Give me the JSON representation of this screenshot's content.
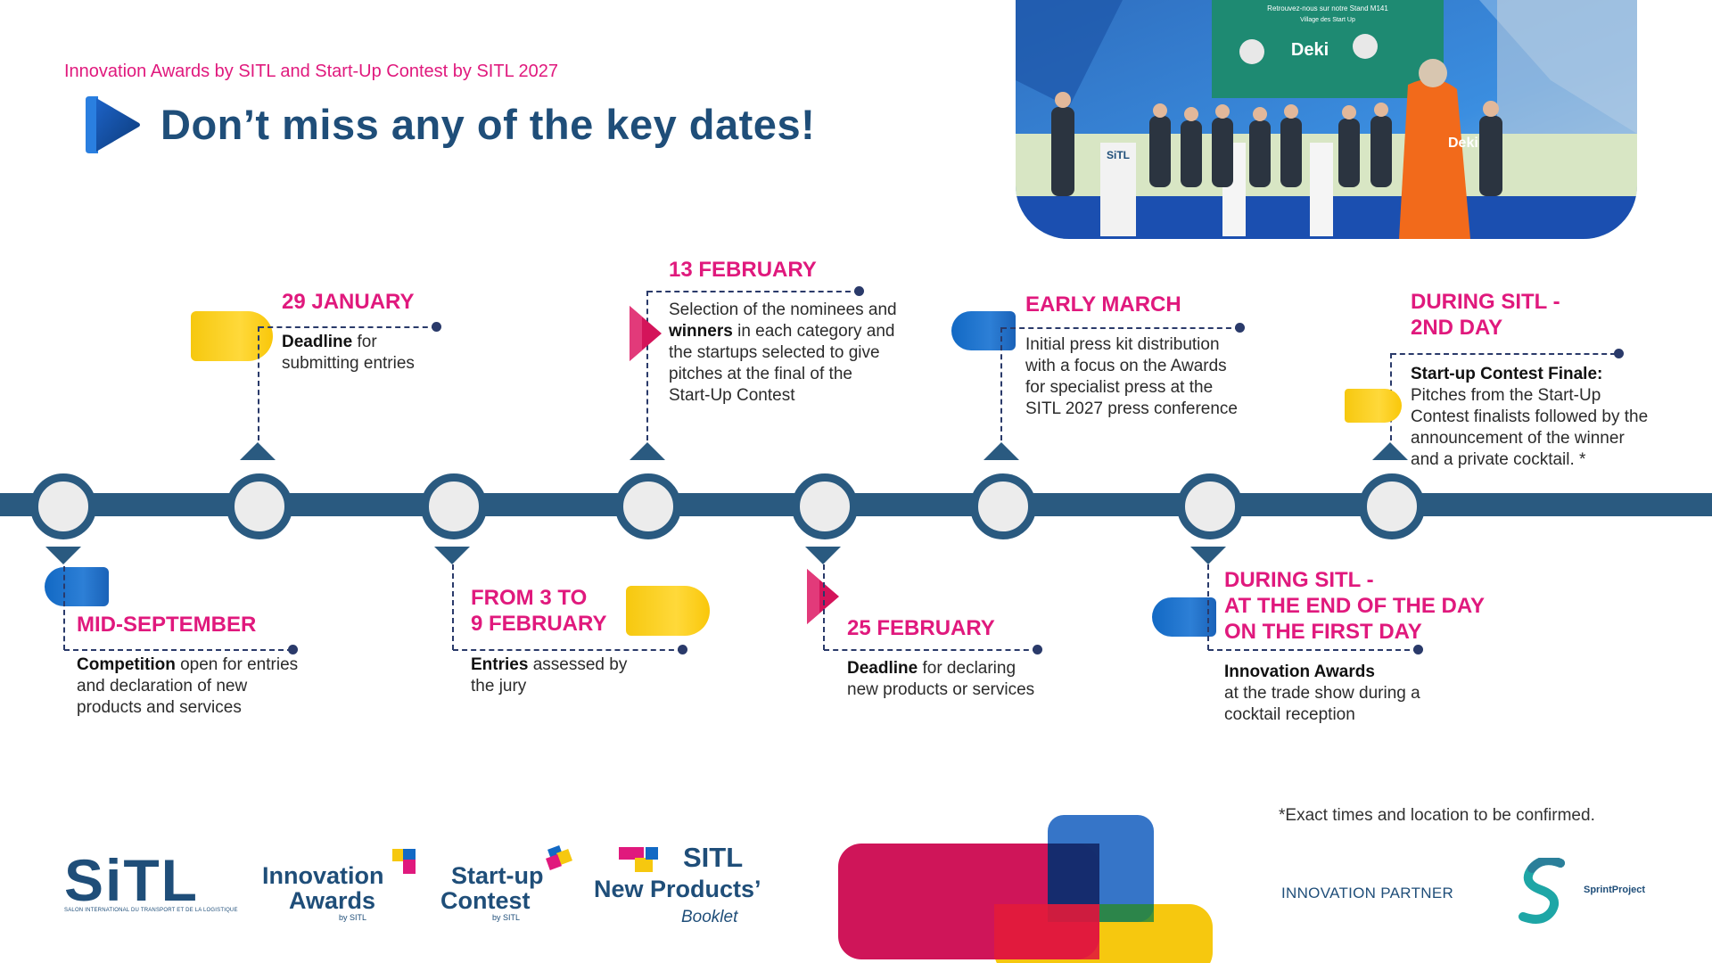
{
  "header": {
    "subtitle": "Innovation Awards by SITL and Start-Up Contest by SITL 2027",
    "title": "Don’t miss any of the key dates!"
  },
  "photo": {
    "banner_line1": "Retrouvez-nous sur notre Stand M141",
    "banner_line2": "Village des Start Up",
    "banner_brand": "Deki",
    "podium_text": "SiTL",
    "jacket_text": "Deki"
  },
  "events": [
    {
      "date": "MID-SEPTEMBER",
      "bold": "Competition",
      "text_line1": " open for entries",
      "text_line2": "and declaration of new",
      "text_line3": "products and services"
    },
    {
      "date": "29 JANUARY",
      "bold": "Deadline",
      "text_line1": " for",
      "text_line2": "submitting entries"
    },
    {
      "date_line1": "FROM 3 TO",
      "date_line2": "9 FEBRUARY",
      "bold": "Entries",
      "text_line1": " assessed by",
      "text_line2": "the jury"
    },
    {
      "date": "13 FEBRUARY",
      "line1": "Selection of the nominees and",
      "bold": "winners",
      "line2_rest": " in each category and",
      "line3": "the startups selected to give",
      "line4": "pitches at the final of the",
      "line5": "Start-Up Contest"
    },
    {
      "date": "25 FEBRUARY",
      "bold": "Deadline",
      "text_line1": " for declaring",
      "text_line2": "new products or services"
    },
    {
      "date": "EARLY MARCH",
      "line1": "Initial press kit distribution",
      "line2": "with a focus on the Awards",
      "line3": "for specialist press at the",
      "line4": "SITL 2027 press conference"
    },
    {
      "date_line1": "DURING SITL -",
      "date_line2": "AT THE END OF THE DAY",
      "date_line3": "ON THE FIRST DAY",
      "bold": "Innovation Awards",
      "line2": "at the trade show during a",
      "line3": "cocktail reception"
    },
    {
      "date_line1": "DURING SITL -",
      "date_line2": "2ND DAY",
      "bold": "Start-up Contest Finale:",
      "line2": "Pitches from the Start-Up",
      "line3": "Contest finalists followed by the",
      "line4": "announcement of the winner",
      "line5": "and a private cocktail. *"
    }
  ],
  "footer": {
    "note": "*Exact times and location to be confirmed.",
    "partner_label": "INNOVATION PARTNER",
    "logos": {
      "sitl": "SiTL",
      "sitl_tagline": "SALON INTERNATIONAL DU TRANSPORT ET DE LA LOGISTIQUE",
      "awards_line1": "Innovation",
      "awards_line2": "Awards",
      "awards_by": "by SITL",
      "contest_line1": "Start-up",
      "contest_line2": "Contest",
      "contest_by": "by SITL",
      "booklet_line1": "SITL",
      "booklet_line2": "New Products’",
      "booklet_line3": "Booklet",
      "sprint": "SprintProject"
    }
  },
  "colors": {
    "accent_pink": "#e0197d",
    "navy": "#1f4e79",
    "timeline": "#2a5a80",
    "yellow": "#f6c80f",
    "blue": "#1269c4"
  }
}
